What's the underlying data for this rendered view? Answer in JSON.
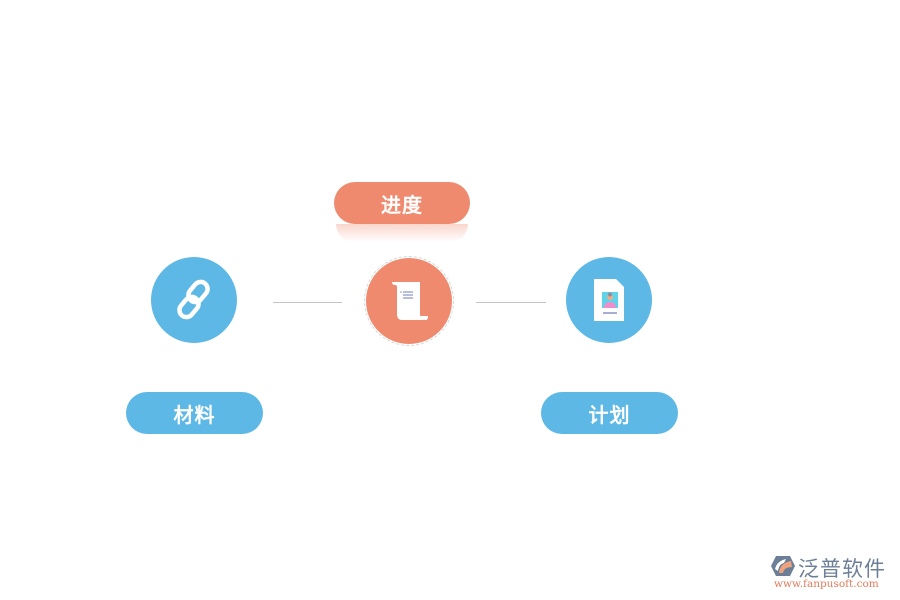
{
  "nodes": {
    "progress": {
      "label": "进度",
      "icon": "scroll-document-icon",
      "color": "#f08a6f"
    },
    "materials": {
      "label": "材料",
      "icon": "chain-link-icon",
      "color": "#5db8e6"
    },
    "plan": {
      "label": "计划",
      "icon": "profile-document-icon",
      "color": "#5db8e6"
    }
  },
  "connectors": {
    "color": "#c4c4c4"
  },
  "logo": {
    "name": "泛普软件",
    "url": "www.fanpusoft.com"
  }
}
